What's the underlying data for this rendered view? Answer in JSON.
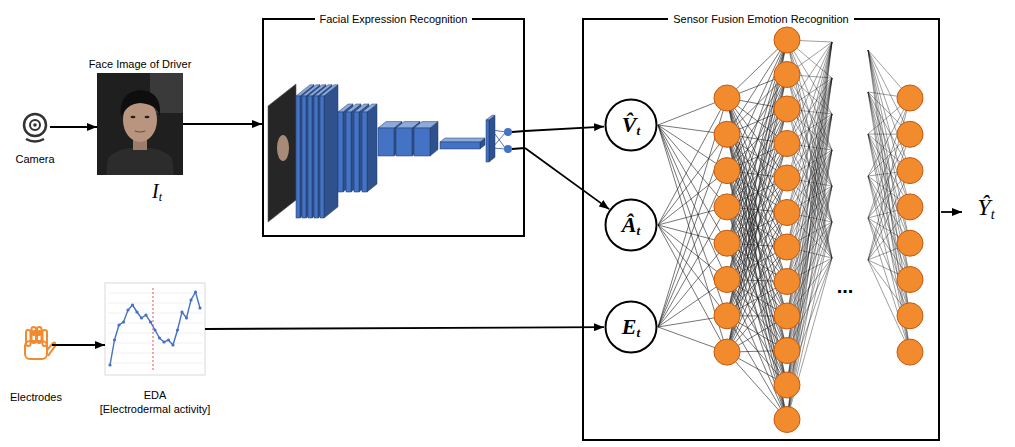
{
  "diagram": {
    "nodes": [
      {
        "text": [
          "Camera"
        ]
      },
      {
        "text": [
          "Face Image of Driver",
          "It"
        ]
      },
      {
        "text": [
          "Facial Expression Recognition"
        ]
      },
      {
        "text": [
          "Electrodes"
        ]
      },
      {
        "text": [
          "EDA",
          "[Electrodermal activity]"
        ]
      },
      {
        "text": [
          "Sensor Fusion Emotion Recognition"
        ]
      },
      {
        "text": [
          "V̂t"
        ],
        "in": 5
      },
      {
        "text": [
          "Ât"
        ],
        "in": 5
      },
      {
        "text": [
          "Et"
        ],
        "in": 5
      }
    ],
    "edges": [
      {
        "from": 0,
        "to": 1,
        "arrow": "to"
      },
      {
        "from": 1,
        "to": 2,
        "arrow": "to"
      },
      {
        "from": 2,
        "to": 6,
        "arrow": "to"
      },
      {
        "from": 2,
        "to": 7,
        "arrow": "to"
      },
      {
        "from": 3,
        "to": 4,
        "arrow": "to"
      },
      {
        "from": 4,
        "to": 8,
        "arrow": "to"
      }
    ],
    "labels": [
      "...",
      "Ŷt"
    ]
  }
}
